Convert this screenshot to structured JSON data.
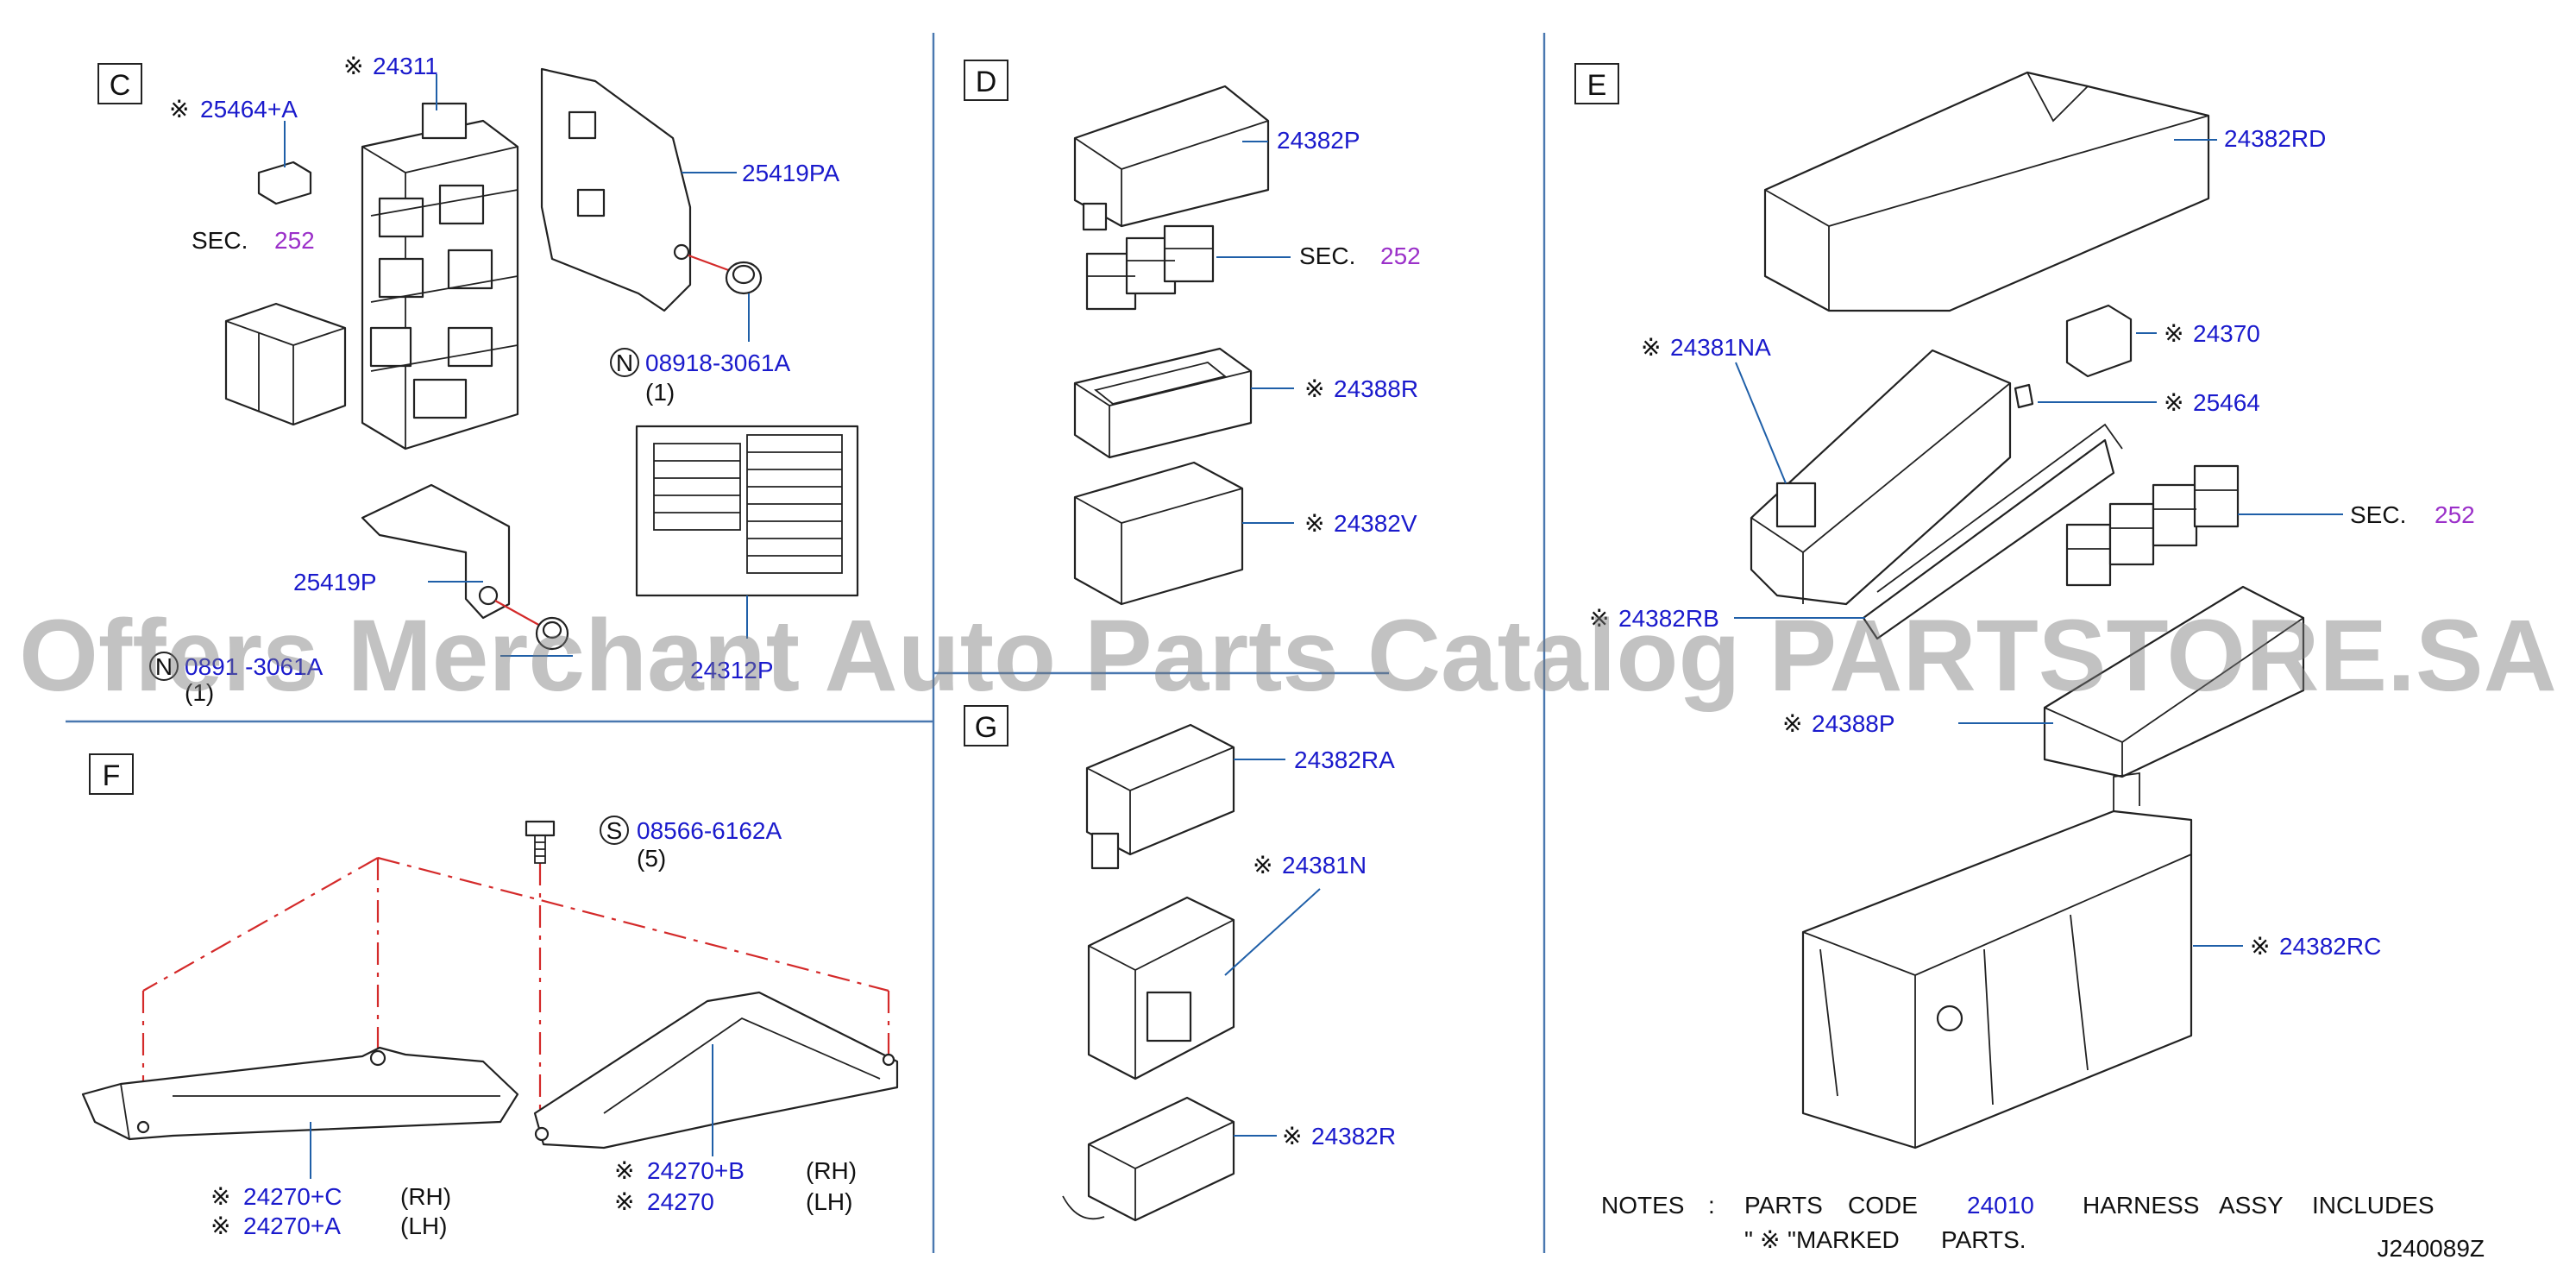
{
  "diagram": {
    "code": "J240089Z",
    "watermark": "Offers Merchant Auto Parts Catalog PARTSTORE.SA",
    "mark": "※",
    "sections": {
      "C": {
        "label": "C",
        "parts": {
          "p24311": "24311",
          "p25464a": "25464+A",
          "sec_text": "SEC.",
          "sec_num": "252",
          "p25419pa": "25419PA",
          "bolt1_letter": "N",
          "bolt1_code": "08918-3061A",
          "bolt1_qty": "(1)",
          "p25419p": "25419P",
          "bolt2_letter": "N",
          "bolt2_code": "0891 -3061A",
          "bolt2_qty": "(1)",
          "label_part": "24312P"
        }
      },
      "D": {
        "label": "D",
        "parts": {
          "p24382p": "24382P",
          "sec_text": "SEC.",
          "sec_num": "252",
          "p24388r": "24388R",
          "p24382v": "24382V"
        }
      },
      "E": {
        "label": "E",
        "parts": {
          "p24382rd": "24382RD",
          "p24370": "24370",
          "p24381na": "24381NA",
          "p25464": "25464",
          "sec_text": "SEC.",
          "sec_num": "252",
          "p24382rb": "24382RB",
          "p24388p": "24388P",
          "p24382rc": "24382RC"
        }
      },
      "F": {
        "label": "F",
        "parts": {
          "bolt_letter": "S",
          "bolt_code": "08566-6162A",
          "bolt_qty": "(5)",
          "p24270c": "24270+C",
          "p24270c_side": "(RH)",
          "p24270a": "24270+A",
          "p24270a_side": "(LH)",
          "p24270b": "24270+B",
          "p24270b_side": "(RH)",
          "p24270": "24270",
          "p24270_side": "(LH)"
        }
      },
      "G": {
        "label": "G",
        "parts": {
          "p24382ra": "24382RA",
          "p24381n": "24381N",
          "p24382r": "24382R"
        }
      }
    },
    "notes": {
      "line1_a": "NOTES",
      "line1_colon": ":",
      "line1_b": "PARTS",
      "line1_c": "CODE",
      "line1_code": "24010",
      "line1_d": "HARNESS",
      "line1_e": "ASSY",
      "line1_f": "INCLUDES",
      "line2_open": "\"",
      "line2_close": "\"MARKED",
      "line2_end": "PARTS."
    }
  }
}
